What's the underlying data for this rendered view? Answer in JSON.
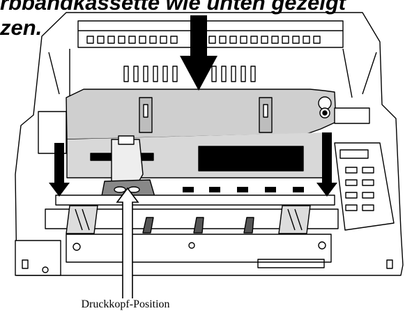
{
  "heading": {
    "line1": "rbbandkassette wie unten gezeigt",
    "line2": "zen."
  },
  "caption": "Druckkopf-Position"
}
